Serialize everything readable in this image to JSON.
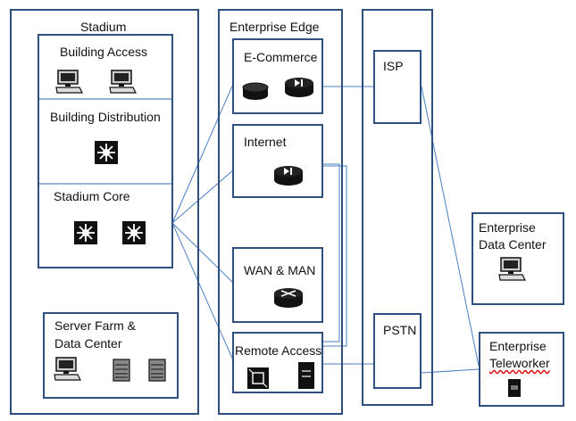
{
  "groups": {
    "stadium": "Stadium",
    "building_access": "Building Access",
    "building_distribution": "Building Distribution",
    "stadium_core": "Stadium Core",
    "server_farm_line1": "Server Farm &",
    "server_farm_line2": "Data Center",
    "enterprise_edge": "Enterprise Edge",
    "ecommerce": "E-Commerce",
    "internet": "Internet",
    "wan_man": "WAN & MAN",
    "remote_access": "Remote Access",
    "isp": "ISP",
    "pstn": "PSTN",
    "enterprise_dc_line1": "Enterprise",
    "enterprise_dc_line2": "Data Center",
    "teleworker_line1": "Enterprise",
    "teleworker_line2": "Teleworker"
  },
  "colors": {
    "box_border": "#2f4f7f",
    "link_line": "#4a7fc1",
    "device_dark": "#111111"
  },
  "icons": [
    "workstation-icon",
    "multilayer-switch-icon",
    "server-icon",
    "router-icon",
    "firewall-icon",
    "access-server-icon",
    "disk-icon"
  ]
}
